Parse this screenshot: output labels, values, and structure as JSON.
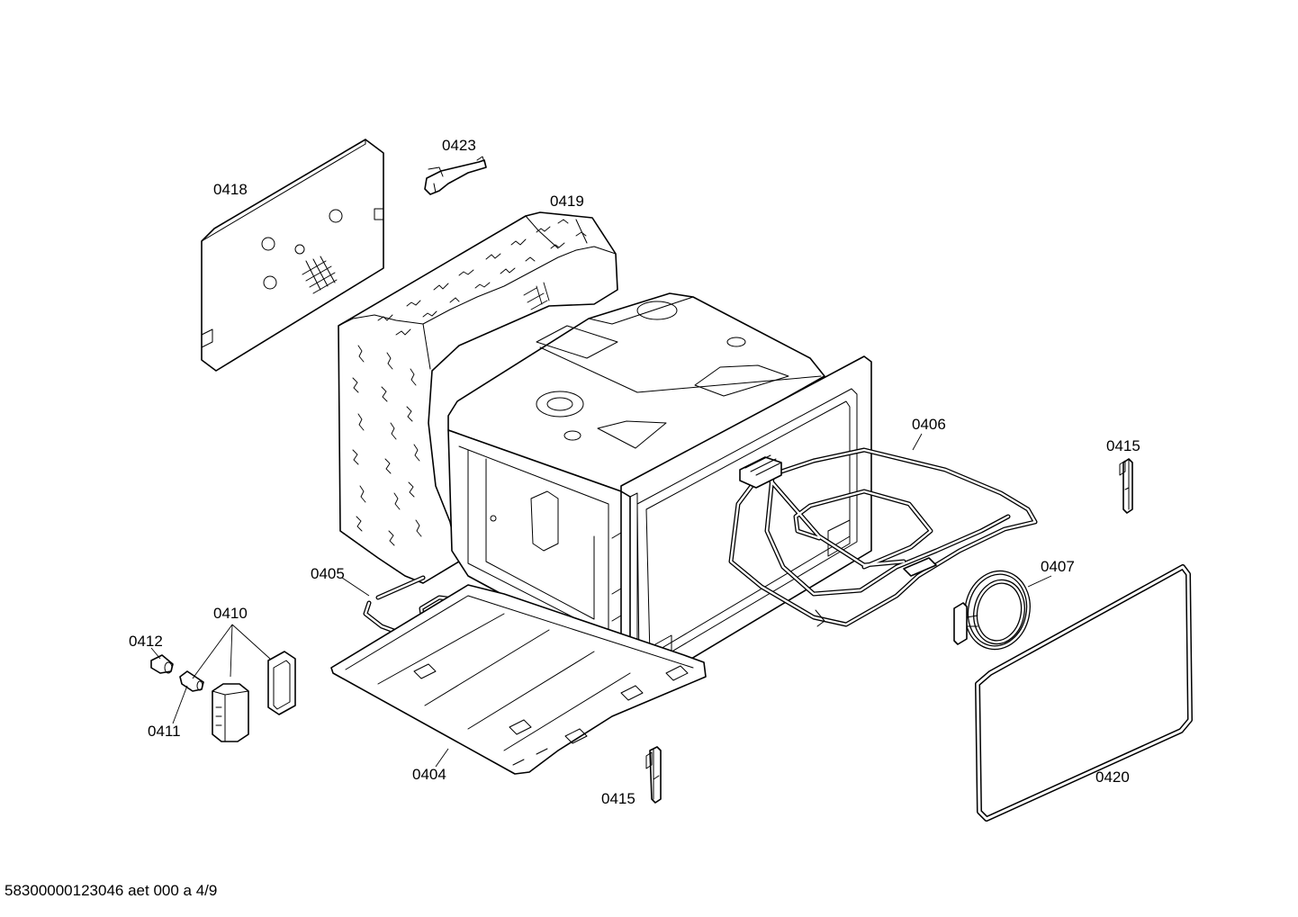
{
  "diagram": {
    "labels": {
      "p0418": "0418",
      "p0423": "0423",
      "p0419": "0419",
      "p0406": "0406",
      "p0415a": "0415",
      "p0405": "0405",
      "p0407": "0407",
      "p0410": "0410",
      "p0412": "0412",
      "p0411": "0411",
      "p0404": "0404",
      "p0415b": "0415",
      "p0420": "0420"
    },
    "footer": "58300000123046 aet 000 a 4/9"
  }
}
